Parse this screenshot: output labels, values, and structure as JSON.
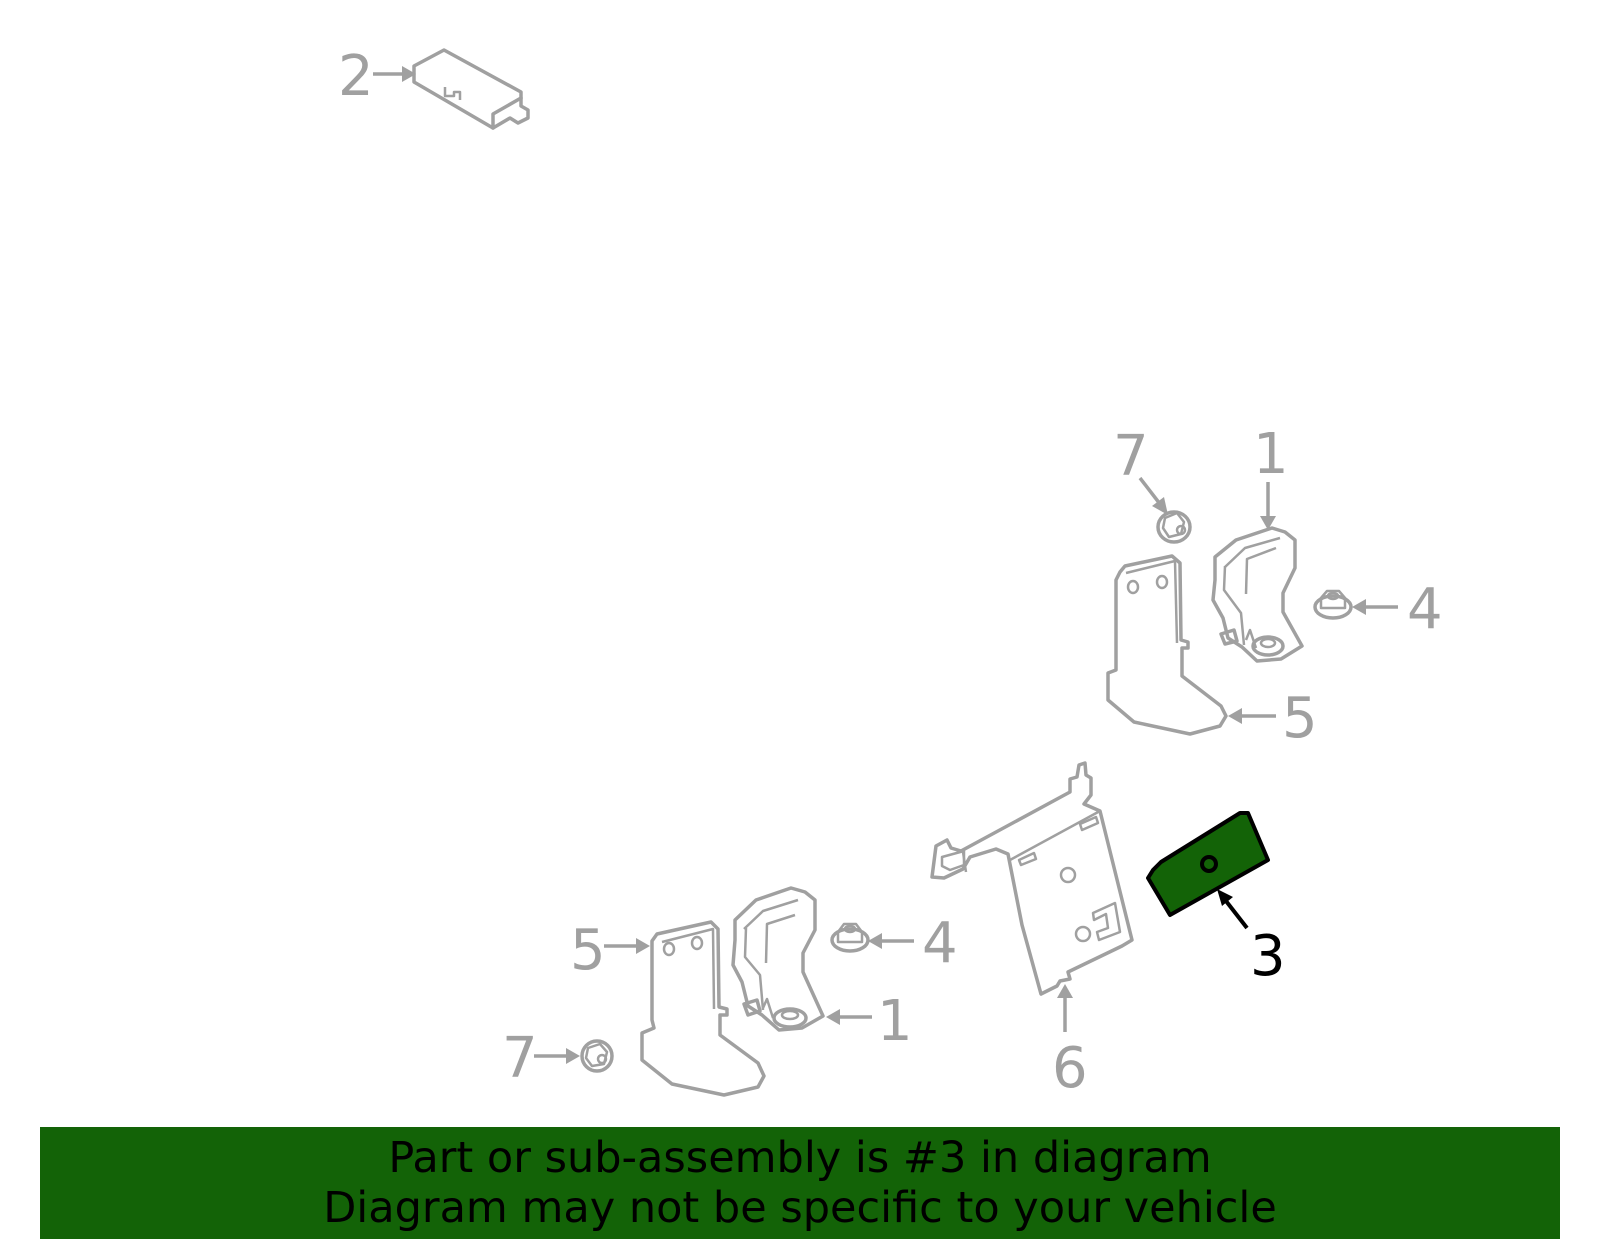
{
  "colors": {
    "highlight_fill": "#136307",
    "banner_bg": "#136307",
    "part_stroke": "#a0a0a0",
    "highlight_stroke": "#000000",
    "background": "#ffffff"
  },
  "diagram": {
    "highlighted_part": "3",
    "callouts": [
      {
        "id": "c2",
        "label": "2",
        "part": "module (top)"
      },
      {
        "id": "c7a",
        "label": "7",
        "part": "flange nut (upper)"
      },
      {
        "id": "c1a",
        "label": "1",
        "part": "bracket (upper)"
      },
      {
        "id": "c4a",
        "label": "4",
        "part": "nut (upper)"
      },
      {
        "id": "c5a",
        "label": "5",
        "part": "mounting bracket (upper)"
      },
      {
        "id": "c3",
        "label": "3",
        "part": "sensor (highlighted)"
      },
      {
        "id": "c6",
        "label": "6",
        "part": "main bracket"
      },
      {
        "id": "c5b",
        "label": "5",
        "part": "mounting bracket (lower)"
      },
      {
        "id": "c4b",
        "label": "4",
        "part": "nut (lower)"
      },
      {
        "id": "c1b",
        "label": "1",
        "part": "bracket (lower)"
      },
      {
        "id": "c7b",
        "label": "7",
        "part": "flange nut (lower)"
      }
    ]
  },
  "banner": {
    "line1": "Part or sub-assembly is #3 in diagram",
    "line2": "Diagram may not be specific to your vehicle"
  }
}
